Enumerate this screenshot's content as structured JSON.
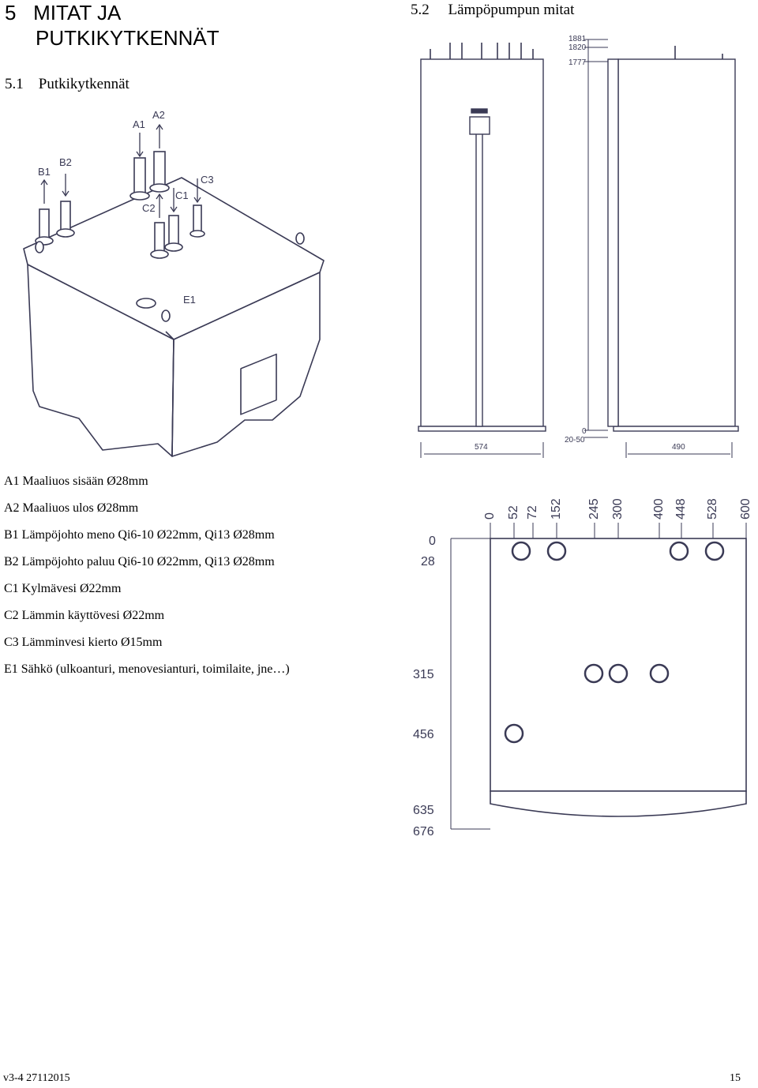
{
  "section": {
    "number": "5",
    "title_line1": "MITAT JA",
    "title_line2": "PUTKIKYTKENNÄT"
  },
  "subsection_left": {
    "number": "5.1",
    "title": "Putkikytkennät"
  },
  "subsection_right": {
    "number": "5.2",
    "title": "Lämpöpumpun mitat"
  },
  "iso_labels": {
    "A1": "A1",
    "A2": "A2",
    "B1": "B1",
    "B2": "B2",
    "C1": "C1",
    "C2": "C2",
    "C3": "C3",
    "E1": "E1"
  },
  "front_view": {
    "width_label": "574",
    "height_labels": [
      "1881",
      "1820",
      "1777"
    ],
    "bottom_labels": [
      "0",
      "20-50"
    ],
    "side_width_label": "490"
  },
  "top_view": {
    "x_labels": [
      "0",
      "52",
      "72",
      "152",
      "245",
      "300",
      "400",
      "448",
      "528",
      "600"
    ],
    "y_labels": [
      "0",
      "28",
      "315",
      "456",
      "635",
      "676"
    ]
  },
  "legend": [
    "A1 Maaliuos sisään Ø28mm",
    "A2 Maaliuos ulos Ø28mm",
    "B1 Lämpöjohto meno Qi6-10 Ø22mm, Qi13 Ø28mm",
    "B2 Lämpöjohto paluu Qi6-10 Ø22mm, Qi13 Ø28mm",
    "C1 Kylmävesi Ø22mm",
    "C2 Lämmin käyttövesi Ø22mm",
    "C3 Lämminvesi kierto Ø15mm",
    "E1 Sähkö (ulkoanturi, menovesianturi, toimilaite, jne…)"
  ],
  "footer": {
    "version": "v3-4 27112015",
    "page": "15"
  }
}
